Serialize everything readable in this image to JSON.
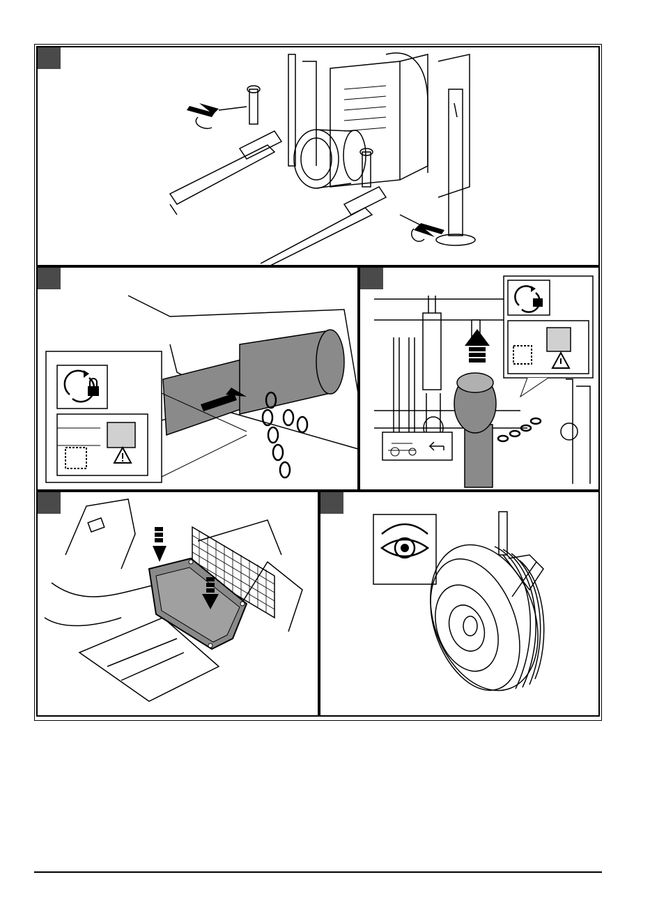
{
  "document": {
    "kind": "assembly-instruction-figure-sheet",
    "panels": [
      {
        "id": "p1",
        "icon": "arrow-pins-icon"
      },
      {
        "id": "p2",
        "icon": "rotate-lock-icon"
      },
      {
        "id": "p3",
        "icon": "rotate-lock-icon"
      },
      {
        "id": "p4",
        "icon": "arrow-down-icon"
      },
      {
        "id": "p5",
        "icon": "eye-icon"
      }
    ],
    "colors": {
      "ink": "#000000",
      "tag": "#4a4a4a",
      "shade": "#8a8a8a",
      "light": "#d0d0d0"
    }
  }
}
